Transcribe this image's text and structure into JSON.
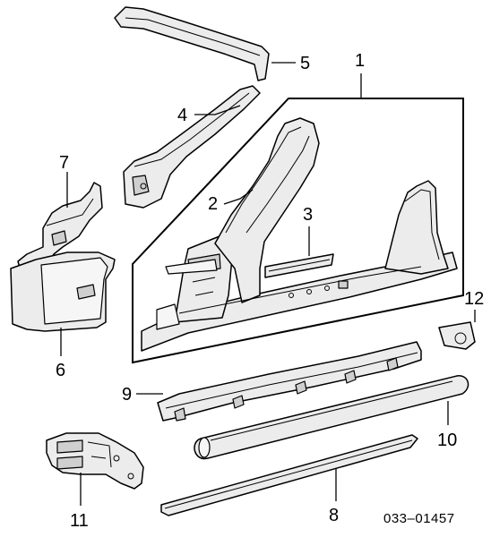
{
  "diagram": {
    "callouts": [
      {
        "id": "1",
        "label": "1"
      },
      {
        "id": "2",
        "label": "2"
      },
      {
        "id": "3",
        "label": "3"
      },
      {
        "id": "4",
        "label": "4"
      },
      {
        "id": "5",
        "label": "5"
      },
      {
        "id": "6",
        "label": "6"
      },
      {
        "id": "7",
        "label": "7"
      },
      {
        "id": "8",
        "label": "8"
      },
      {
        "id": "9",
        "label": "9"
      },
      {
        "id": "10",
        "label": "10"
      },
      {
        "id": "11",
        "label": "11"
      },
      {
        "id": "12",
        "label": "12"
      }
    ],
    "reference_code": "033–01457"
  }
}
